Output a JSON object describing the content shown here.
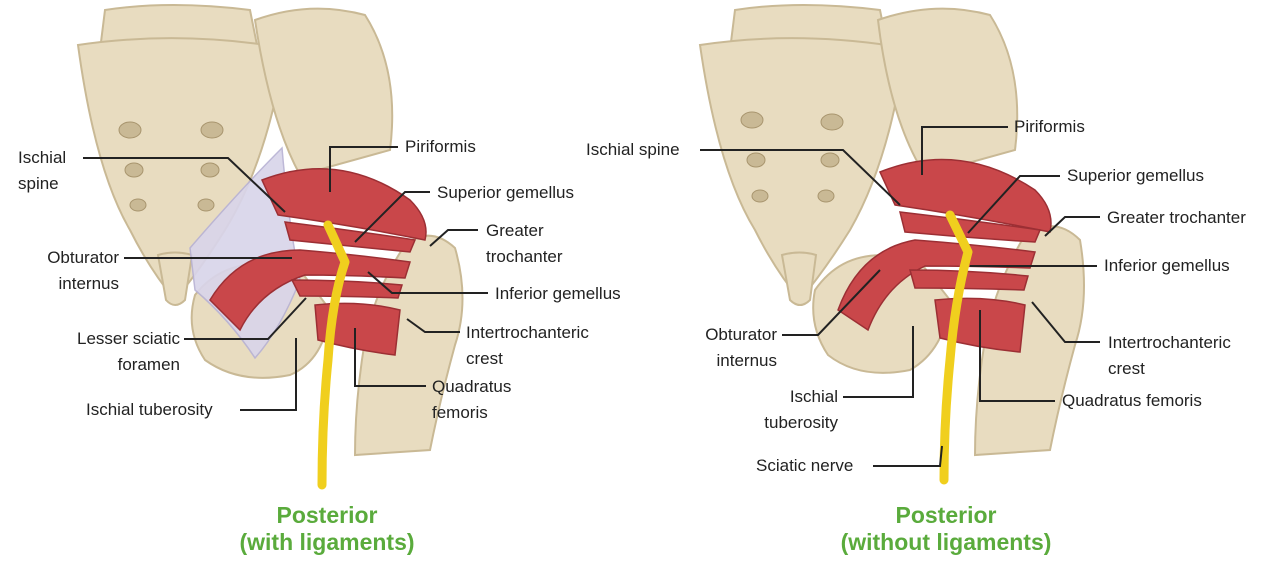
{
  "colors": {
    "caption": "#5aab3c",
    "bone": "#e8dcc0",
    "bone_shade": "#c9b995",
    "muscle": "#c9474a",
    "muscle_dark": "#9c2f34",
    "nerve": "#f0cf1e",
    "ligament": "#d9d5ea",
    "leader": "#222222"
  },
  "panels": [
    {
      "caption": "Posterior\n(with ligaments)",
      "labels": [
        "Ischial\nspine",
        "Piriformis",
        "Superior gemellus",
        "Greater\ntrochanter",
        "Obturator\ninternus",
        "Inferior gemellus",
        "Lesser sciatic\nforamen",
        "Intertrochanteric\ncrest",
        "Quadratus\nfemoris",
        "Ischial tuberosity"
      ]
    },
    {
      "caption": "Posterior\n(without ligaments)",
      "labels": [
        "Piriformis",
        "Ischial spine",
        "Superior gemellus",
        "Greater trochanter",
        "Inferior gemellus",
        "Obturator\ninternus",
        "Intertrochanteric\ncrest",
        "Ischial\ntuberosity",
        "Quadratus femoris",
        "Sciatic nerve"
      ]
    }
  ]
}
